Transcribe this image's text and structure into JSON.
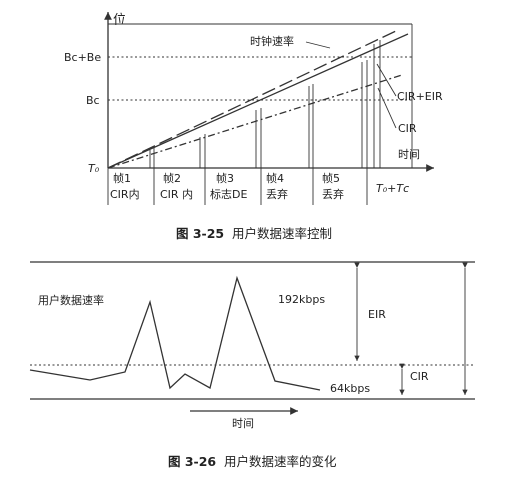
{
  "fig1": {
    "y_axis_label": "位",
    "x_axis_label": "时间",
    "origin_label": "T₀",
    "end_label": "T₀+Tᴄ",
    "bc_plus_be": "Bc+Be",
    "bc": "Bc",
    "line_clock": "时钟速率",
    "line_cir_eir": "CIR+EIR",
    "line_cir": "CIR",
    "frames": [
      {
        "top": "帧1",
        "bottom": "CIR内"
      },
      {
        "top": "帧2",
        "bottom": "CIR 内"
      },
      {
        "top": "帧3",
        "bottom": "标志DE"
      },
      {
        "top": "帧4",
        "bottom": "丢弃"
      },
      {
        "top": "帧5",
        "bottom": "丢弃"
      }
    ],
    "caption_number": "图 3-25",
    "caption_text": "用户数据速率控制"
  },
  "fig2": {
    "rate_label": "用户数据速率",
    "peak_label": "192kbps",
    "low_label": "64kbps",
    "eir_label": "EIR",
    "cir_label": "CIR",
    "time_label": "时间",
    "caption_number": "图 3-26",
    "caption_text": "用户数据速率的变化"
  },
  "colors": {
    "ink": "#333333",
    "background": "#ffffff"
  }
}
